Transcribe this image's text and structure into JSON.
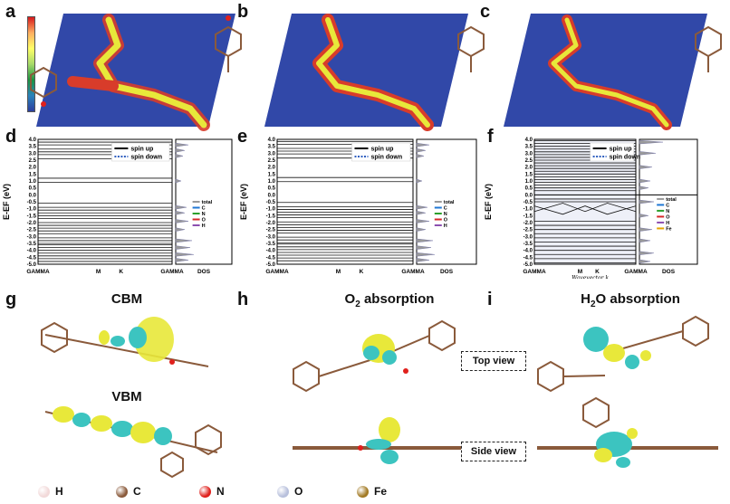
{
  "panels": {
    "a": "a",
    "b": "b",
    "c": "c",
    "d": "d",
    "e": "e",
    "f": "f",
    "g": "g",
    "h": "h",
    "i": "i"
  },
  "band_axis": {
    "ylabel": "E-E",
    "ylabel_sub": "F",
    "ylabel_unit": "(eV)",
    "ticks": [
      "4.0",
      "3.5",
      "3.0",
      "2.5",
      "2.0",
      "1.5",
      "1.0",
      "0.5",
      "0.0",
      "-0.5",
      "-1.0",
      "-1.5",
      "-2.0",
      "-2.5",
      "-3.0",
      "-3.5",
      "-4.0",
      "-4.5",
      "-5.0"
    ],
    "kpath": [
      "GAMMA",
      "M",
      "K",
      "GAMMA"
    ],
    "dos_label": "DOS",
    "f_xlabel": "Wavevector k"
  },
  "band_legend": {
    "up": "spin up",
    "down": "spin down"
  },
  "dos_legend_de": [
    {
      "name": "total",
      "color": "#9a9a9a"
    },
    {
      "name": "C",
      "color": "#1f77d4"
    },
    {
      "name": "N",
      "color": "#2ca02c"
    },
    {
      "name": "O",
      "color": "#d62728"
    },
    {
      "name": "H",
      "color": "#8c4fb0"
    }
  ],
  "dos_legend_f": [
    {
      "name": "total",
      "color": "#9a9a9a"
    },
    {
      "name": "C",
      "color": "#1f77d4"
    },
    {
      "name": "N",
      "color": "#2ca02c"
    },
    {
      "name": "O",
      "color": "#d62728"
    },
    {
      "name": "H",
      "color": "#8c4fb0"
    },
    {
      "name": "Fe",
      "color": "#e6a400"
    }
  ],
  "titles": {
    "g_top": "CBM",
    "g_bottom": "VBM",
    "h_main": "O",
    "h_sub": "2",
    "h_rest": " absorption",
    "i_main": "H",
    "i_sub": "2",
    "i_rest": "O absorption"
  },
  "views": {
    "top": "Top view",
    "side": "Side view"
  },
  "atoms": [
    {
      "name": "H",
      "color": "#f2d9d9"
    },
    {
      "name": "C",
      "color": "#8a5a3b"
    },
    {
      "name": "N",
      "color": "#e0201c"
    },
    {
      "name": "O",
      "color": "#b8c0dc"
    },
    {
      "name": "Fe",
      "color": "#a27a24"
    }
  ],
  "colors": {
    "map_bg": "#3148a8",
    "iso_yellow": "#e8e83a",
    "iso_cyan": "#3cc4c0"
  }
}
